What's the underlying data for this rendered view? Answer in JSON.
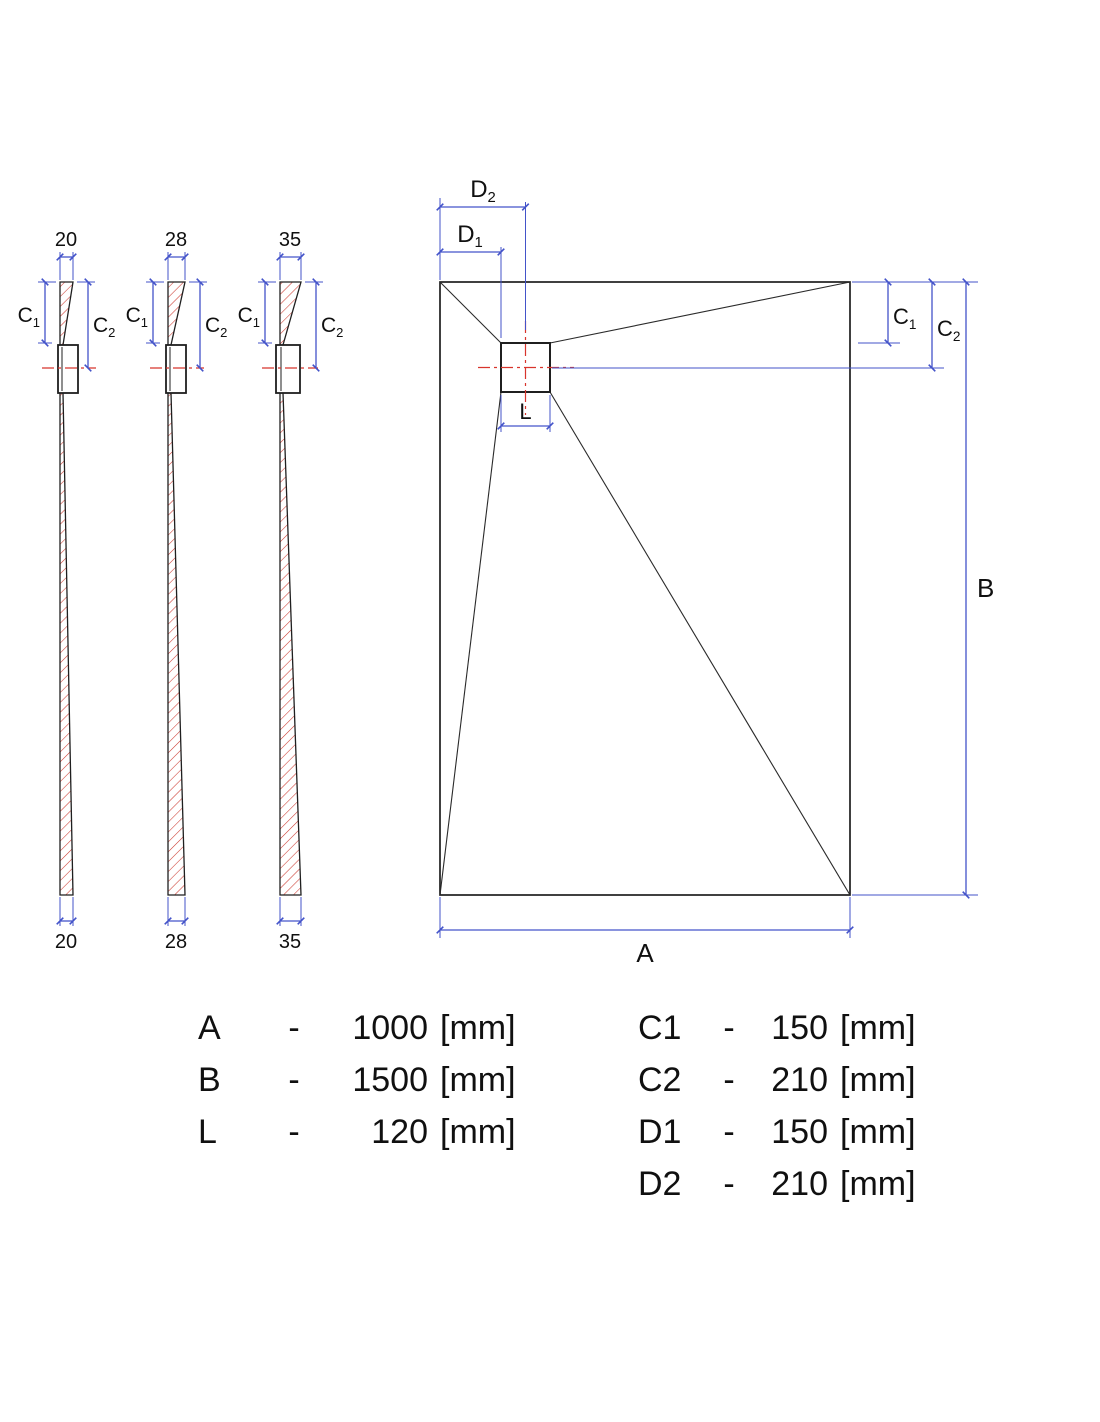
{
  "labels": {
    "a": "A",
    "b": "B",
    "l": "L",
    "c1": {
      "main": "C",
      "sub": "1"
    },
    "c2": {
      "main": "C",
      "sub": "2"
    },
    "d1": {
      "main": "D",
      "sub": "1"
    },
    "d2": {
      "main": "D",
      "sub": "2"
    }
  },
  "profiles": [
    {
      "thickness_top": "20",
      "thickness_bottom": "20"
    },
    {
      "thickness_top": "28",
      "thickness_bottom": "28"
    },
    {
      "thickness_top": "35",
      "thickness_bottom": "35"
    }
  ],
  "spec_table": {
    "left_rows": [
      {
        "param": "A",
        "dash": "-",
        "value": "1000",
        "unit": "[mm]"
      },
      {
        "param": "B",
        "dash": "-",
        "value": "1500",
        "unit": "[mm]"
      },
      {
        "param": "L",
        "dash": "-",
        "value": "120",
        "unit": "[mm]"
      }
    ],
    "right_rows": [
      {
        "param": "C1",
        "dash": "-",
        "value": "150",
        "unit": "[mm]"
      },
      {
        "param": "C2",
        "dash": "-",
        "value": "210",
        "unit": "[mm]"
      },
      {
        "param": "D1",
        "dash": "-",
        "value": "150",
        "unit": "[mm]"
      },
      {
        "param": "D2",
        "dash": "-",
        "value": "210",
        "unit": "[mm]"
      }
    ]
  },
  "colors": {
    "dimension_blue": "#4353c9",
    "hatch_red": "#cc3a30",
    "centerline_red": "#d8342c",
    "line_black": "#1f1f1f"
  }
}
